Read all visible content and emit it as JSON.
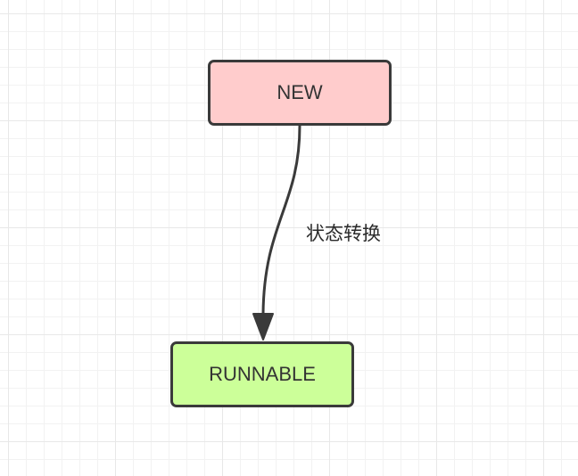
{
  "diagram": {
    "nodes": [
      {
        "id": "new",
        "label": "NEW",
        "fill": "#ffcccc"
      },
      {
        "id": "runnable",
        "label": "RUNNABLE",
        "fill": "#ccff99"
      }
    ],
    "edges": [
      {
        "from": "new",
        "to": "runnable",
        "label": "状态转换"
      }
    ],
    "stroke_color": "#3a3a3a"
  }
}
